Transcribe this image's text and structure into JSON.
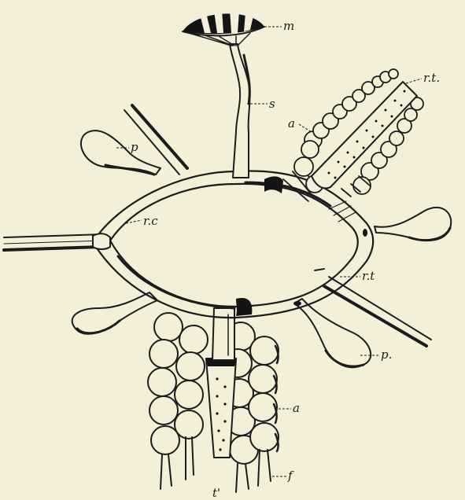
{
  "figure": {
    "labels": {
      "m": "m",
      "s": "s",
      "rt_upper": "r.t.",
      "a_upper": "a",
      "p_left": "p",
      "rc": "r.c",
      "rt_right": "r.t",
      "p_right": "p.",
      "a_lower": "a",
      "t_prime": "t'",
      "f": "f"
    }
  },
  "colors": {
    "paper": "#f4efd8",
    "ink": "#1c1c1c"
  }
}
